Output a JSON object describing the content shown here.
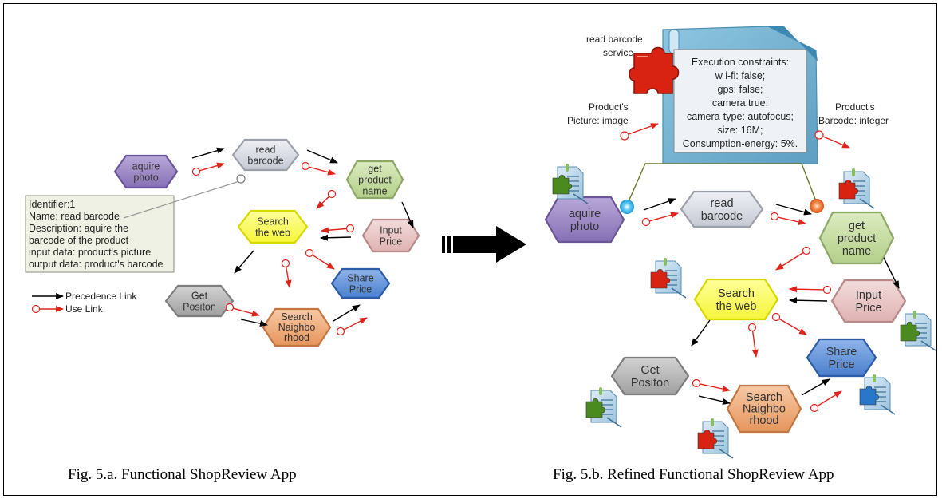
{
  "colors": {
    "purple": "#9b86c4",
    "purple_dark": "#6a5599",
    "lightgray": "#d7dae3",
    "lightgray_dark": "#9ca0ab",
    "green": "#c6dba2",
    "green_dark": "#8da866",
    "yellow": "#ffff66",
    "yellow_dark": "#d8d800",
    "pink": "#e8c5c5",
    "pink_dark": "#b98989",
    "blue": "#5b8fd6",
    "blue_dark": "#2c5ca8",
    "gray": "#b5b5b5",
    "gray_dark": "#7d7d7d",
    "orange": "#eeaa7a",
    "orange_dark": "#c3763f",
    "red": "#e2231a",
    "black": "#000000",
    "doc_blue": "#7fb5d5",
    "puzzle_red": "#d82212",
    "puzzle_green": "#4a8a1e",
    "puzzle_blue": "#2a76c8"
  },
  "figA": {
    "nodes": {
      "aquire_photo": "aquire\nphoto",
      "read_barcode": "read\nbarcode",
      "get_product_name": "get\nproduct\nname",
      "search_the_web": "Search\nthe web",
      "input_price": "Input\nPrice",
      "share_price": "Share\nPrice",
      "get_position": "Get\nPositon",
      "search_neighborhood": "Search\nNaighbo\nrhood"
    },
    "note": {
      "lines": [
        "Identifier:1",
        "Name: read barcode",
        "Description: aquire the",
        "barcode of the product",
        "input data: product's picture",
        "output data: product's barcode"
      ]
    },
    "legend": {
      "precedence": "Precedence Link",
      "use": "Use Link"
    }
  },
  "figB": {
    "nodes": {
      "aquire_photo": "aquire\nphoto",
      "read_barcode": "read\nbarcode",
      "get_product_name": "get\nproduct\nname",
      "search_the_web": "Search\nthe web",
      "input_price": "Input\nPrice",
      "share_price": "Share\nPrice",
      "get_position": "Get\nPositon",
      "search_neighborhood": "Search\nNaighbo\nrhood"
    },
    "service_label": "read barcode\nservice",
    "constraints": [
      "Execution constraints:",
      "w i-fi: false;",
      "gps: false;",
      "camera:true;",
      "camera-type: autofocus;",
      "size: 16M;",
      "Consumption-energy: 5%."
    ],
    "input_label": "Product's\nPicture: image",
    "output_label": "Product's\nBarcode: integer"
  },
  "captions": {
    "a": "Fig. 5.a. Functional ShopReview App",
    "b": "Fig. 5.b. Refined Functional ShopReview App"
  }
}
